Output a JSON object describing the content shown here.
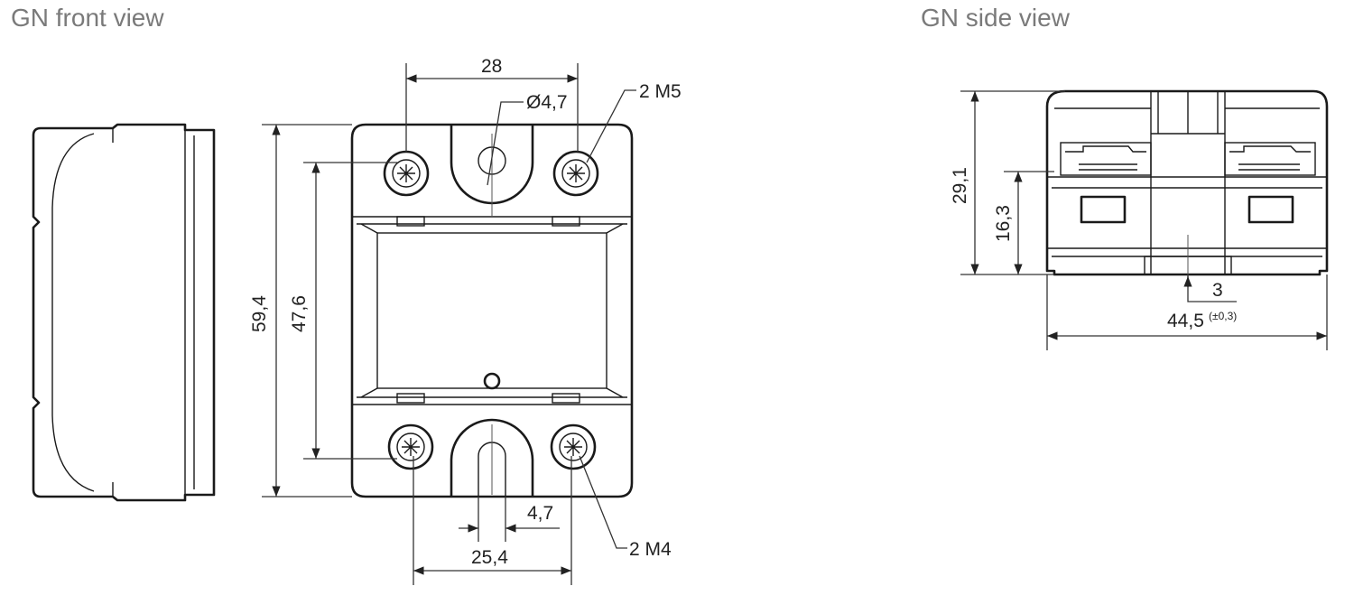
{
  "titles": {
    "front": "GN front view",
    "side": "GN side view"
  },
  "dimensions": {
    "front": {
      "width_top": "28",
      "hole_diameter": "Ø4,7",
      "thread_top": "2 M5",
      "height_total": "59,4",
      "height_holes": "47,6",
      "slot_width": "4,7",
      "width_bottom": "25,4",
      "thread_bottom": "2 M4"
    },
    "side": {
      "height_total": "29,1",
      "height_lower": "16,3",
      "offset": "3",
      "width_total": "44,5",
      "tolerance": "(±0,3)"
    }
  },
  "colors": {
    "title": "#7a7a7a",
    "line": "#1a1a1a",
    "text": "#222222"
  }
}
